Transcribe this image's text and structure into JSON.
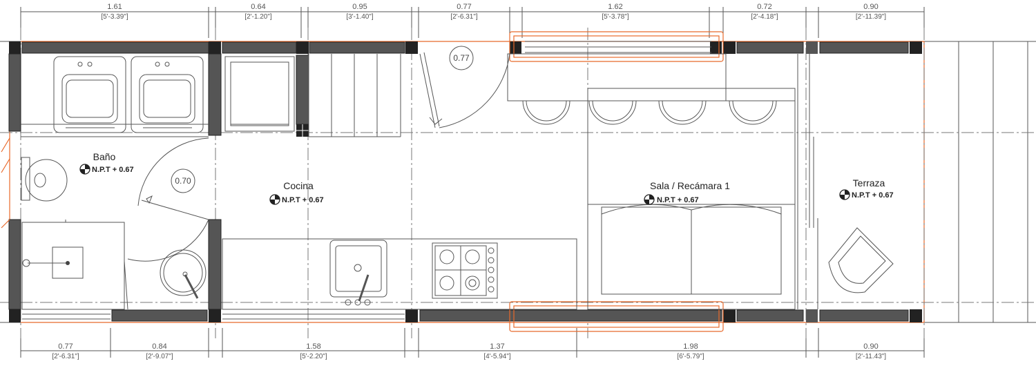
{
  "dimensions": {
    "top": [
      {
        "m": "1.61",
        "ft": "[5'-3.39\"]"
      },
      {
        "m": "0.64",
        "ft": "[2'-1.20\"]"
      },
      {
        "m": "0.95",
        "ft": "[3'-1.40\"]"
      },
      {
        "m": "0.77",
        "ft": "[2'-6.31\"]"
      },
      {
        "m": "1.62",
        "ft": "[5'-3.78\"]"
      },
      {
        "m": "0.72",
        "ft": "[2'-4.18\"]"
      },
      {
        "m": "0.90",
        "ft": "[2'-11.39\"]"
      }
    ],
    "bottom": [
      {
        "m": "0.77",
        "ft": "[2'-6.31\"]"
      },
      {
        "m": "0.84",
        "ft": "[2'-9.07\"]"
      },
      {
        "m": "1.58",
        "ft": "[5'-2.20\"]"
      },
      {
        "m": "1.37",
        "ft": "[4'-5.94\"]"
      },
      {
        "m": "1.98",
        "ft": "[6'-5.79\"]"
      },
      {
        "m": "0.90",
        "ft": "[2'-11.43\"]"
      }
    ]
  },
  "rooms": [
    {
      "name": "Baño",
      "level": "N.P.T + 0.67"
    },
    {
      "name": "Cocina",
      "level": "N.P.T + 0.67"
    },
    {
      "name": "Sala / Recámara 1",
      "level": "N.P.T + 0.67"
    },
    {
      "name": "Terraza",
      "level": "N.P.T + 0.67"
    }
  ],
  "door_widths": [
    "0.70",
    "0.77"
  ],
  "colors": {
    "wall": "#555555",
    "line": "#555555",
    "accent": "#e8692a"
  }
}
